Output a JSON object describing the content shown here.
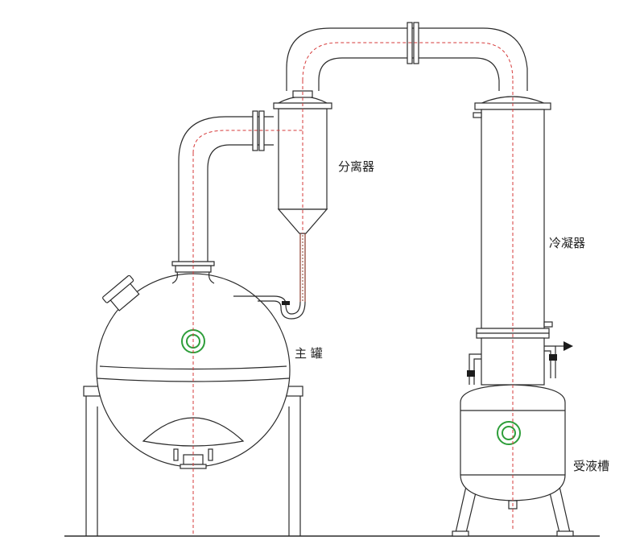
{
  "labels": {
    "separator": "分离器",
    "condenser": "冷凝器",
    "main_tank": "主 罐",
    "receiver_tank": "受液槽"
  },
  "colors": {
    "line": "#2b2b2b",
    "centerline": "#d63a3a",
    "sight_glass": "#2e9e3a",
    "background": "#ffffff"
  }
}
